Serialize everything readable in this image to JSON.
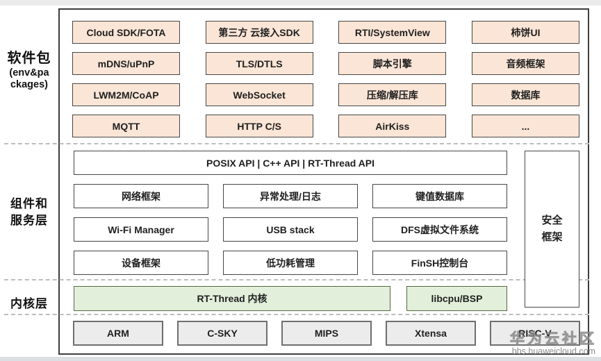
{
  "layers": {
    "packages": {
      "label": "软件包",
      "label_sub": [
        "(env&pa",
        "ckages)"
      ],
      "boxes": [
        "Cloud SDK/FOTA",
        "第三方 云接入SDK",
        "RTI/SystemView",
        "柿饼UI",
        "mDNS/uPnP",
        "TLS/DTLS",
        "脚本引擎",
        "音频框架",
        "LWM2M/CoAP",
        "WebSocket",
        "压缩/解压库",
        "数据库",
        "MQTT",
        "HTTP C/S",
        "AirKiss",
        "..."
      ]
    },
    "components": {
      "label_lines": [
        "组件和",
        "服务层"
      ],
      "api_bar": "POSIX API | C++ API | RT-Thread API",
      "boxes": [
        "网络框架",
        "异常处理/日志",
        "键值数据库",
        "Wi-Fi Manager",
        "USB stack",
        "DFS虚拟文件系统",
        "设备框架",
        "低功耗管理",
        "FinSH控制台"
      ],
      "security_lines": [
        "安全",
        "框架"
      ]
    },
    "kernel": {
      "label": "内核层",
      "kernel_box": "RT-Thread 内核",
      "libcpu_box": "libcpu/BSP"
    },
    "cpu": {
      "boxes": [
        "ARM",
        "C-SKY",
        "MIPS",
        "Xtensa",
        "RISC-V"
      ]
    }
  },
  "watermark": {
    "title": "华为云社区",
    "url": "bbs.huaweicloud.com"
  },
  "colors": {
    "package_fill": "#fbe5d6",
    "kernel_fill": "#e2efda",
    "cpu_fill": "#ececec",
    "box_border": "#454545",
    "frame_border": "#3d3d3d",
    "divider": "#bdbdbd",
    "watermark": "#a0a0a0"
  }
}
